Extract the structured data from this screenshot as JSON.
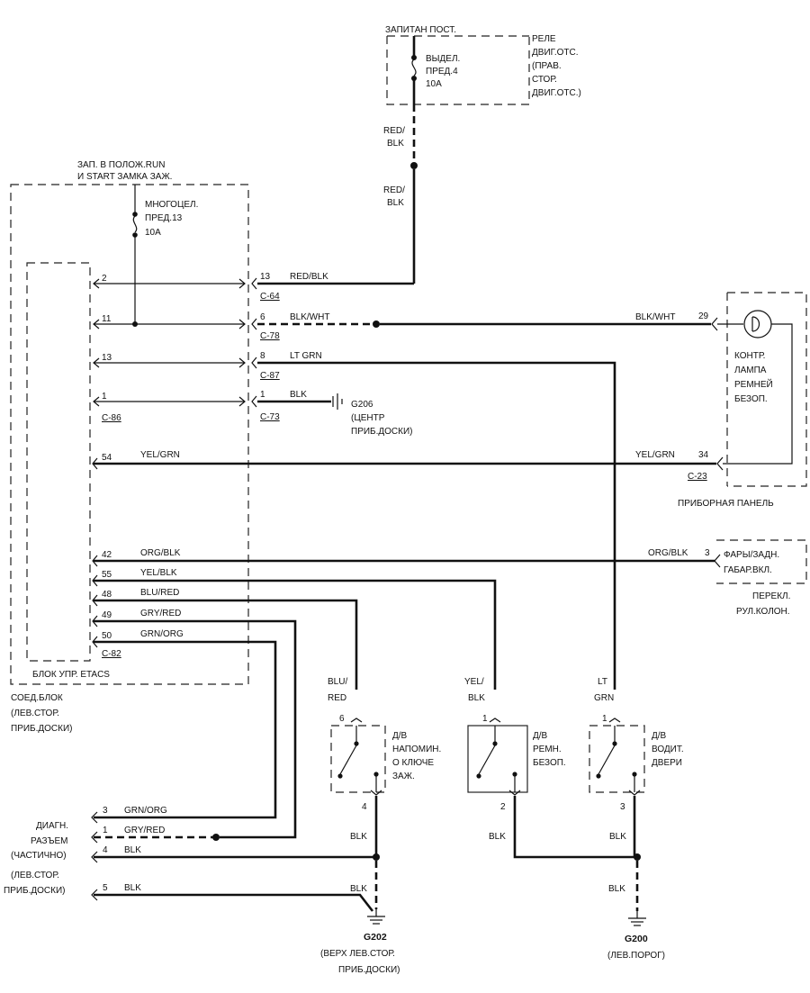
{
  "top_fuse": {
    "header": "ЗАПИТАН ПОСТ.",
    "label_lines": [
      "ВЫДЕЛ.",
      "ПРЕД.4",
      "10A"
    ],
    "relay_lines": [
      "РЕЛЕ",
      "ДВИГ.ОТС.",
      "(ПРАВ.",
      "СТОР.",
      "ДВИГ.ОТС.)"
    ],
    "wire_top": [
      "RED/",
      "BLK"
    ],
    "wire_bottom": [
      "RED/",
      "BLK"
    ]
  },
  "junction_block": {
    "header_lines": [
      "ЗАП. В ПОЛОЖ.RUN",
      "И START ЗАМКА ЗАЖ."
    ],
    "fuse_lines": [
      "МНОГОЦЕЛ.",
      "ПРЕД.13",
      "10A"
    ],
    "etacs_label": "БЛОК УПР. ETACS",
    "caption_lines": [
      "СОЕД.БЛОК",
      "(ЛЕВ.СТОР.",
      "ПРИБ.ДОСКИ)"
    ],
    "left_pins": [
      "2",
      "11",
      "13",
      "1"
    ],
    "left_connector": "C-86",
    "right_pins": [
      "13",
      "6",
      "8",
      "1"
    ],
    "right_connectors": [
      "C-64",
      "C-78",
      "C-87",
      "C-73"
    ],
    "lower_pins": [
      "54",
      "42",
      "55",
      "48",
      "49",
      "50"
    ],
    "lower_connector": "C-82"
  },
  "wires": {
    "red_blk": "RED/BLK",
    "blk_wht": "BLK/WHT",
    "blk_wht_right": "BLK/WHT",
    "lt_grn": "LT GRN",
    "blk_g206": "BLK",
    "yel_grn": "YEL/GRN",
    "yel_grn_right": "YEL/GRN",
    "org_blk": "ORG/BLK",
    "org_blk_right": "ORG/BLK",
    "yel_blk": "YEL/BLK",
    "blu_red": "BLU/RED",
    "gry_red": "GRY/RED",
    "grn_org": "GRN/ORG"
  },
  "g206": {
    "name": "G206",
    "lines": [
      "(ЦЕНТР",
      "ПРИБ.ДОСКИ)"
    ]
  },
  "instrument_panel": {
    "lamp_lines": [
      "КОНТР.",
      "ЛАМПА",
      "РЕМНЕЙ",
      "БЕЗОП."
    ],
    "pin_top": "29",
    "pin_bottom": "34",
    "connector": "C-23",
    "caption": "ПРИБОРНАЯ ПАНЕЛЬ"
  },
  "headlamp_switch": {
    "pin": "3",
    "lines": [
      "ФАРЫ/ЗАДН.",
      "ГАБАР.ВКЛ."
    ],
    "caption_lines": [
      "ПЕРЕКЛ.",
      "РУЛ.КОЛОН."
    ]
  },
  "sensors": [
    {
      "wire": [
        "BLU/",
        "RED"
      ],
      "pin_top": "6",
      "pin_bottom": "4",
      "lines": [
        "Д/В",
        "НАПОМИН.",
        "О КЛЮЧЕ",
        "ЗАЖ."
      ],
      "ground_wire": "BLK"
    },
    {
      "wire": [
        "YEL/",
        "BLK"
      ],
      "pin_top": "1",
      "pin_bottom": "2",
      "lines": [
        "Д/В",
        "РЕМН.",
        "БЕЗОП."
      ],
      "ground_wire": "BLK"
    },
    {
      "wire": [
        "LT",
        "GRN"
      ],
      "pin_top": "1",
      "pin_bottom": "3",
      "lines": [
        "Д/В",
        "ВОДИТ.",
        "ДВЕРИ"
      ],
      "ground_wire": "BLK"
    }
  ],
  "diag_connector": {
    "lines": [
      "ДИАГН.",
      "РАЗЪЕМ",
      "(ЧАСТИЧНО)",
      "(ЛЕВ.СТОР.",
      "ПРИБ.ДОСКИ)"
    ],
    "rows": [
      {
        "pin": "3",
        "wire": "GRN/ORG"
      },
      {
        "pin": "1",
        "wire": "GRY/RED"
      },
      {
        "pin": "4",
        "wire": "BLK"
      },
      {
        "pin": "5",
        "wire": "BLK"
      }
    ],
    "blk_right": "BLK"
  },
  "g202": {
    "name": "G202",
    "lines": [
      "(ВЕРХ ЛЕВ.СТОР.",
      "ПРИБ.ДОСКИ)"
    ]
  },
  "g200": {
    "name": "G200",
    "lines": [
      "(ЛЕВ.ПОРОГ)"
    ],
    "blk_lower": "BLK"
  }
}
